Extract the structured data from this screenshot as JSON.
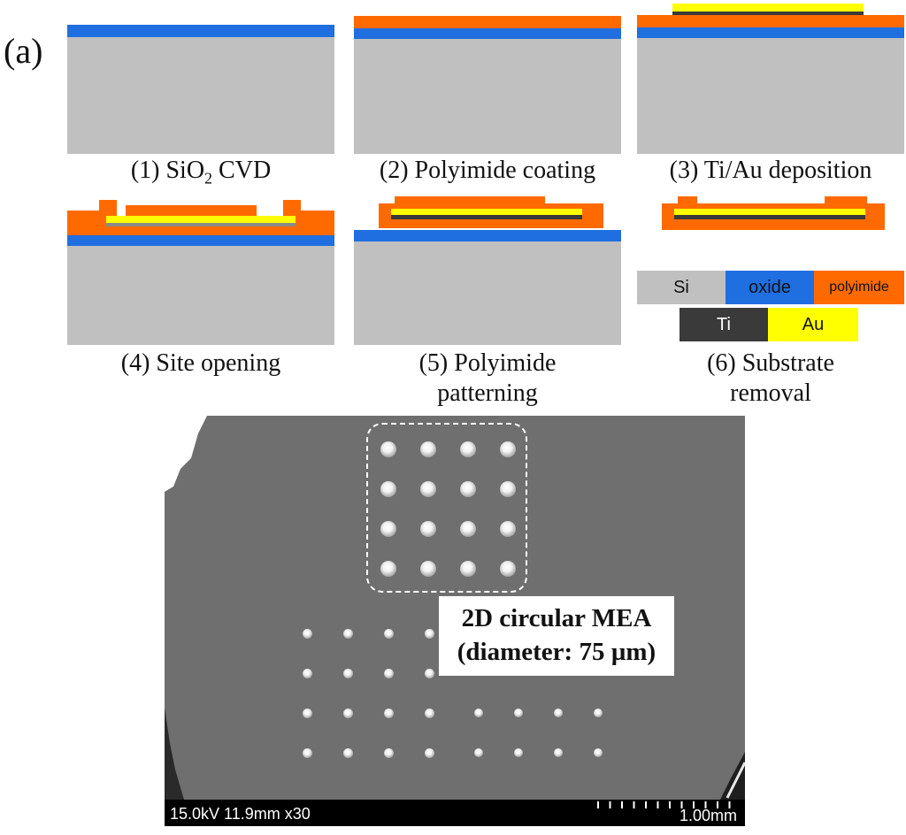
{
  "figure": {
    "panel_label": "(a)",
    "steps": [
      {
        "id": 1,
        "caption_prefix": "(1) SiO",
        "caption_sub": "2",
        "caption_suffix": " CVD"
      },
      {
        "id": 2,
        "caption": "(2) Polyimide coating"
      },
      {
        "id": 3,
        "caption": "(3) Ti/Au deposition"
      },
      {
        "id": 4,
        "caption": "(4) Site opening"
      },
      {
        "id": 5,
        "caption_line1": "(5) Polyimide",
        "caption_line2": "patterning"
      },
      {
        "id": 6,
        "caption_line1": "(6) Substrate",
        "caption_line2": "removal"
      }
    ],
    "legend": [
      {
        "label": "Si",
        "color": "#c0c0c0"
      },
      {
        "label": "oxide",
        "color": "#1f6fe0"
      },
      {
        "label": "polyimide",
        "color": "#ff6a00"
      },
      {
        "label": "Ti",
        "color": "#3a3a3a"
      },
      {
        "label": "Au",
        "color": "#ffff00"
      }
    ],
    "sem": {
      "annotation_line1": "2D circular MEA",
      "annotation_line2": "(diameter: 75 µm)",
      "info": "15.0kV 11.9mm x30",
      "scale": "1.00mm"
    }
  }
}
